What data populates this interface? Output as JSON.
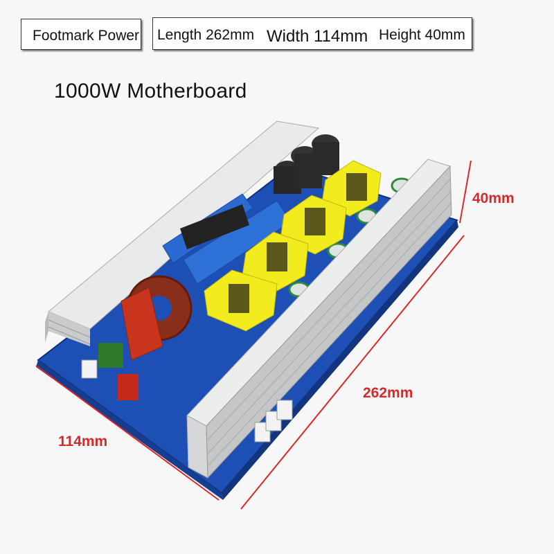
{
  "header": {
    "brand": "Footmark Power",
    "length": "Length 262mm",
    "width": "Width 114mm",
    "height": "Height 40mm"
  },
  "title": "1000W Motherboard",
  "dimensions": {
    "height": "40mm",
    "length": "262mm",
    "width": "114mm"
  },
  "colors": {
    "pcb": "#1e4fb5",
    "heatsink": "#d8dadc",
    "transformer": "#f2ec1e",
    "dimension_line": "#d8282a"
  }
}
